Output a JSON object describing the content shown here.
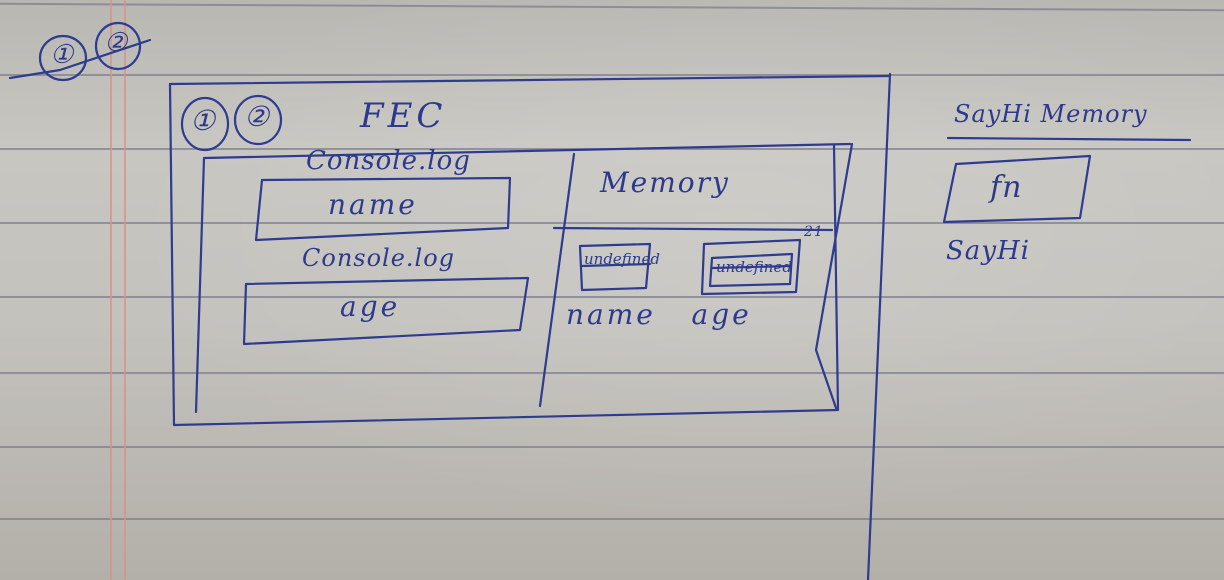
{
  "notebook": {
    "corner_marks": [
      "①",
      "②"
    ],
    "fec_marks": [
      "①",
      "②"
    ],
    "fec": {
      "title": "FEC",
      "console_log_1": "Console.log",
      "name_box": "name",
      "console_log_2": "Console.log",
      "age_box": "age",
      "memory": {
        "title": "Memory",
        "slot_1": "undefined",
        "slot_2": "undefined",
        "slot_2_note": "21",
        "labels": "name   age"
      }
    },
    "sayhi_memory": {
      "title": "SayHi Memory",
      "fn_box": "fn",
      "fn_label": "SayHi"
    }
  }
}
